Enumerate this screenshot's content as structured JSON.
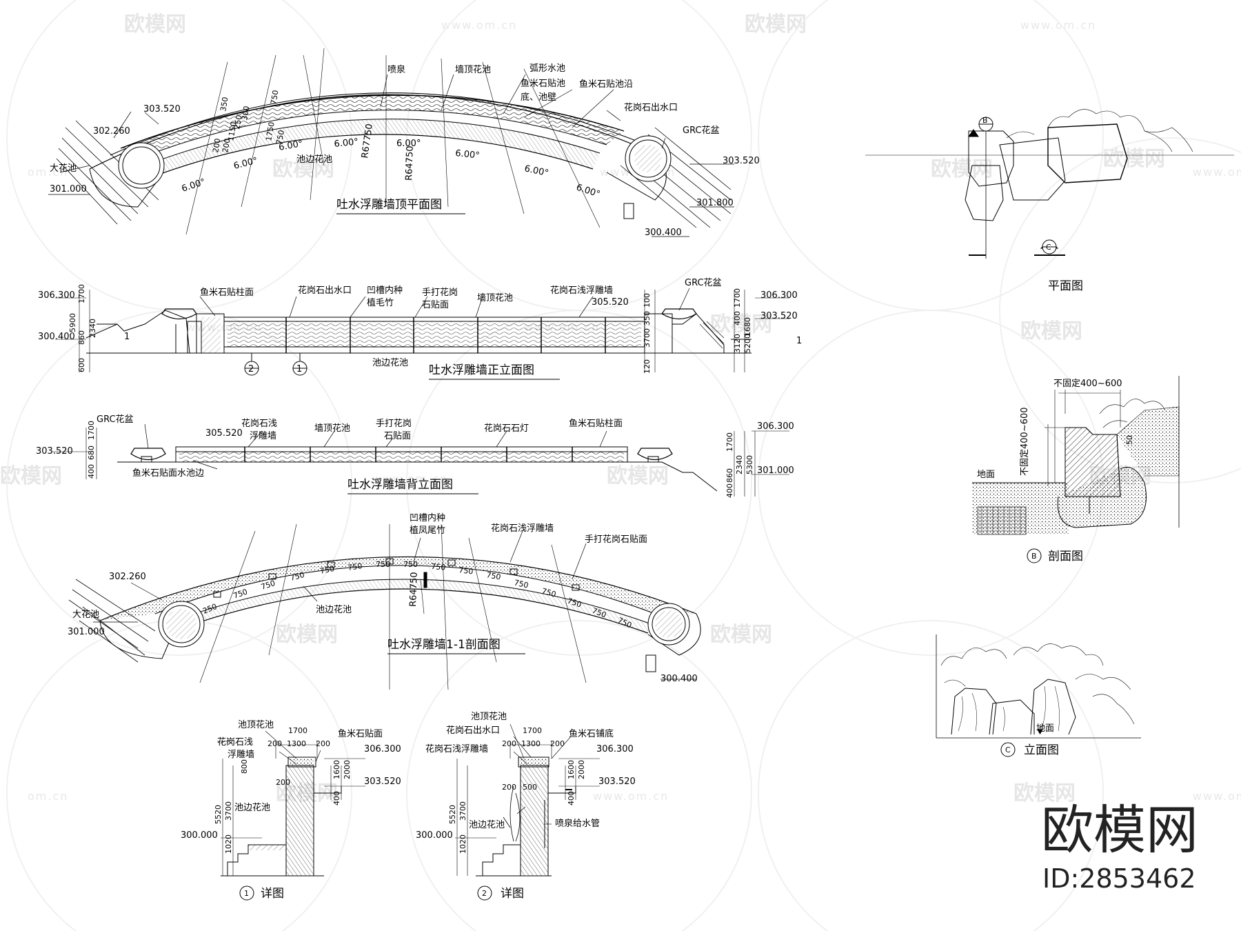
{
  "watermark": {
    "brand": "欧模网",
    "url": "www.om.cn",
    "url_short": "om.cn"
  },
  "brand": {
    "name": "欧模网",
    "id": "ID:2853462"
  },
  "drawings": {
    "top_plan": {
      "title": "吐水浮雕墙顶平面图",
      "labels": [
        "喷泉",
        "墙顶花池",
        "弧形水池",
        "鱼米石贴池",
        "底、池壁",
        "鱼米石贴池沿",
        "花岗石出水口",
        "GRC花盆",
        "大花池",
        "池边花池"
      ],
      "elevations": [
        "303.520",
        "302.260",
        "301.000",
        "303.520",
        "301.800",
        "300.400"
      ],
      "angles": [
        "6.00°",
        "6.00°",
        "6.00°",
        "6.00°",
        "6.00°",
        "6.00°",
        "6.00°",
        "6.00°"
      ],
      "radii": [
        "R67750",
        "R64750"
      ],
      "dims": [
        "350",
        "750",
        "1150",
        "200",
        "200",
        "250",
        "300",
        "1750",
        "750"
      ]
    },
    "front_elevation": {
      "title": "吐水浮雕墙正立面图",
      "labels": [
        "鱼米石贴柱面",
        "花岗石出水口",
        "凹槽内种",
        "植毛竹",
        "手打花岗",
        "石贴面",
        "墙顶花池",
        "花岗石浅浮雕墙",
        "GRC花盆",
        "池边花池"
      ],
      "elevations": [
        "306.300",
        "300.400",
        "305.520",
        "306.300",
        "303.520"
      ],
      "dims_left": [
        "1700",
        "5900",
        "860",
        "2340",
        "600"
      ],
      "dims_right": [
        "100",
        "350",
        "3700",
        "120",
        "1700",
        "400",
        "3120",
        "1680",
        "5200"
      ],
      "section_marks": [
        "2",
        "1",
        "1",
        "1"
      ]
    },
    "back_elevation": {
      "title": "吐水浮雕墙背立面图",
      "labels": [
        "GRC花盆",
        "花岗石浅",
        "浮雕墙",
        "墙顶花池",
        "手打花岗",
        "石贴面",
        "花岗石石灯",
        "鱼米石贴柱面",
        "鱼米石贴面水池边"
      ],
      "elevations": [
        "305.520",
        "303.520",
        "306.300",
        "301.000"
      ],
      "dims_left": [
        "1700",
        "680",
        "400"
      ],
      "dims_right": [
        "1700",
        "2340",
        "5300",
        "860",
        "400"
      ]
    },
    "section_1_1": {
      "title": "吐水浮雕墙1-1剖面图",
      "labels": [
        "凹槽内种",
        "植凤尾竹",
        "花岗石浅浮雕墙",
        "手打花岗石贴面",
        "大花池",
        "池边花池"
      ],
      "elevations": [
        "302.260",
        "301.000",
        "300.400"
      ],
      "radius": "R64750",
      "dims": [
        "250",
        "750",
        "750",
        "750",
        "750",
        "750",
        "750",
        "750",
        "750",
        "750",
        "750",
        "750",
        "750",
        "750",
        "750",
        "750"
      ]
    },
    "detail_1": {
      "title": "详图",
      "mark": "1",
      "labels": [
        "池顶花池",
        "花岗石浅",
        "浮雕墙",
        "鱼米石贴面",
        "池边花池"
      ],
      "elevations": [
        "306.300",
        "303.520",
        "300.000"
      ],
      "dims": [
        "1700",
        "200",
        "1300",
        "200",
        "800",
        "200",
        "5520",
        "3700",
        "1600",
        "2000",
        "400",
        "1020"
      ]
    },
    "detail_2": {
      "title": "详图",
      "mark": "2",
      "labels": [
        "池顶花池",
        "花岗石出水口",
        "鱼米石铺底",
        "花岗石浅浮雕墙",
        "喷泉给水管",
        "池边花池"
      ],
      "elevations": [
        "306.300",
        "303.520",
        "300.000"
      ],
      "dims": [
        "1700",
        "200",
        "1300",
        "200",
        "5520",
        "3700",
        "200",
        "500",
        "1600",
        "2000",
        "400",
        "1020"
      ]
    },
    "plan_view": {
      "title": "平面图",
      "marks": [
        "B",
        "C"
      ]
    },
    "section_b": {
      "title": "剖面图",
      "mark": "B",
      "labels": [
        "不固定400~600",
        "不固定400~600",
        "地面"
      ],
      "dims": [
        "50"
      ]
    },
    "elevation_c": {
      "title": "立面图",
      "mark": "C",
      "labels": [
        "地面"
      ]
    }
  }
}
